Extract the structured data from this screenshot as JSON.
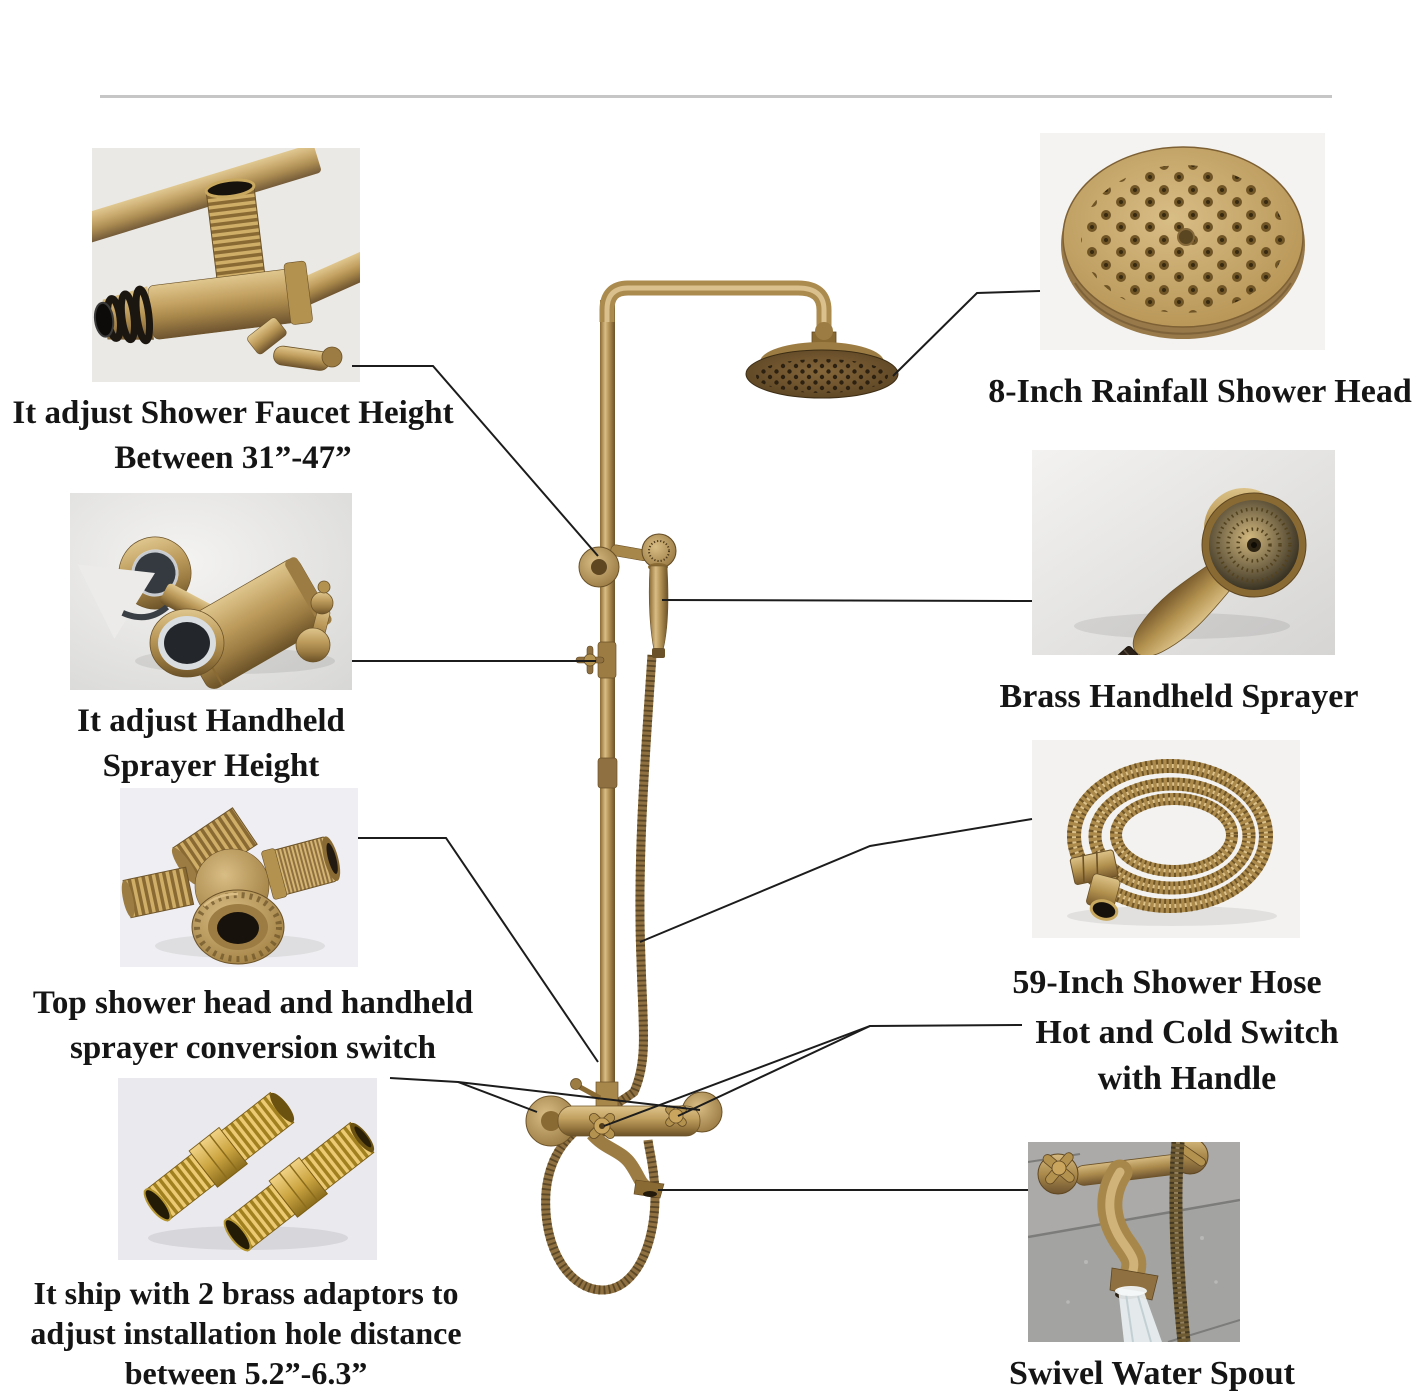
{
  "colors": {
    "brass": "#b08f52",
    "brass_light": "#d9bd84",
    "brass_dark": "#7d6034",
    "callout_line": "#1c1c1c",
    "divider": "#c6c6c6",
    "photo_bg": "#ecebe8",
    "text": "#151515"
  },
  "annotations": {
    "faucet_height": {
      "photo_icon": "riser-height-adjuster-photo",
      "lines": [
        "It adjust Shower Faucet Height",
        "Between 31”-47”"
      ]
    },
    "handheld_holder": {
      "photo_icon": "handheld-sprayer-holder-photo",
      "lines": [
        "It adjust Handheld",
        "Sprayer Height"
      ]
    },
    "conversion_switch": {
      "photo_icon": "three-way-diverter-photo",
      "lines": [
        "Top shower head and handheld",
        "sprayer conversion switch"
      ]
    },
    "adaptors": {
      "photo_icon": "two-brass-adaptors-photo",
      "lines": [
        "It ship with 2 brass adaptors to",
        "adjust installation hole distance",
        "between 5.2”-6.3”"
      ]
    },
    "shower_head": {
      "photo_icon": "rainfall-shower-head-photo",
      "lines": [
        "8-Inch Rainfall Shower Head"
      ]
    },
    "sprayer": {
      "photo_icon": "brass-handheld-sprayer-photo",
      "lines": [
        "Brass Handheld Sprayer"
      ]
    },
    "hose": {
      "photo_icon": "coiled-shower-hose-photo",
      "lines": [
        "59-Inch Shower Hose"
      ]
    },
    "hot_cold": {
      "lines": [
        "Hot and Cold Switch",
        "with Handle"
      ]
    },
    "spout": {
      "photo_icon": "swivel-water-spout-photo",
      "lines": [
        "Swivel Water Spout"
      ]
    }
  }
}
